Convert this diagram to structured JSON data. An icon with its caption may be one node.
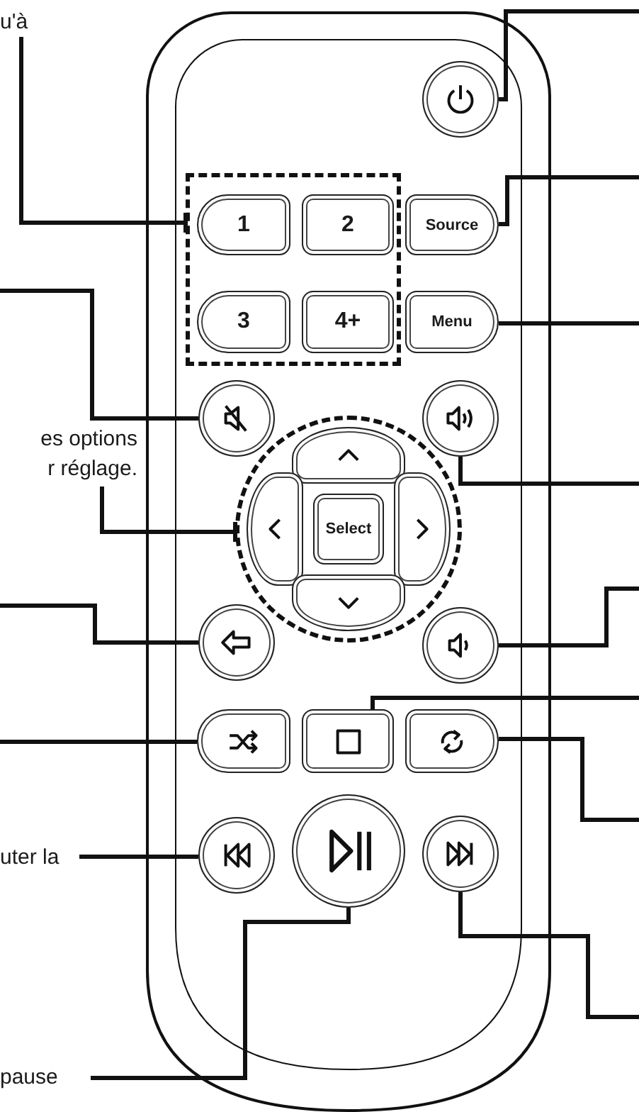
{
  "diagram": {
    "nodes": [
      {
        "text": [
          "u'à"
        ]
      },
      {
        "text": [],
        "shape": "box"
      },
      {
        "text": [],
        "shape": "circle",
        "in": 1
      },
      {
        "text": [],
        "shape": "box",
        "in": 1
      },
      {
        "text": [
          "1"
        ],
        "in": 3
      },
      {
        "text": [
          "2"
        ],
        "in": 3
      },
      {
        "text": [
          "Source"
        ],
        "in": 1
      },
      {
        "text": [
          "3"
        ],
        "in": 3
      },
      {
        "text": [
          "4+"
        ],
        "in": 3
      },
      {
        "text": [
          "Menu"
        ],
        "in": 1
      },
      {
        "text": [],
        "shape": "circle",
        "in": 1
      },
      {
        "text": [],
        "shape": "circle",
        "in": 1
      },
      {
        "text": [
          "es options r réglage."
        ]
      },
      {
        "text": [],
        "shape": "circle",
        "in": 1
      },
      {
        "text": [],
        "shape": "box",
        "in": 13
      },
      {
        "text": [],
        "shape": "box",
        "in": 13
      },
      {
        "text": [
          "Select"
        ],
        "in": 13
      },
      {
        "text": [],
        "shape": "box",
        "in": 13
      },
      {
        "text": [],
        "shape": "box",
        "in": 13
      },
      {
        "text": [],
        "shape": "circle",
        "in": 1
      },
      {
        "text": [],
        "shape": "circle",
        "in": 1
      },
      {
        "text": [],
        "shape": "box",
        "in": 1
      },
      {
        "text": [],
        "shape": "box",
        "in": 1
      },
      {
        "text": [],
        "shape": "box",
        "in": 1
      },
      {
        "text": [
          "uter la"
        ]
      },
      {
        "text": [],
        "shape": "circle",
        "in": 1
      },
      {
        "text": [],
        "shape": "circle",
        "in": 1
      },
      {
        "text": [],
        "shape": "circle",
        "in": 1
      },
      {
        "text": [
          "pause"
        ]
      }
    ],
    "edges": [
      {
        "from": 0,
        "to": 3,
        "arrow": "other"
      },
      {
        "from": null,
        "to": 10,
        "arrow": "none"
      },
      {
        "from": 12,
        "to": 13,
        "arrow": "other"
      },
      {
        "from": null,
        "to": 19,
        "arrow": "none"
      },
      {
        "from": null,
        "to": 21,
        "arrow": "none"
      },
      {
        "from": 24,
        "to": 25,
        "arrow": "none"
      },
      {
        "from": 28,
        "to": 26,
        "arrow": "none"
      },
      {
        "from": 2,
        "to": null,
        "arrow": "none"
      },
      {
        "from": 6,
        "to": null,
        "arrow": "none"
      },
      {
        "from": 9,
        "to": null,
        "arrow": "none"
      },
      {
        "from": 11,
        "to": null,
        "arrow": "none"
      },
      {
        "from": 20,
        "to": null,
        "arrow": "none"
      },
      {
        "from": 22,
        "to": null,
        "arrow": "none"
      },
      {
        "from": 23,
        "to": null,
        "arrow": "none"
      },
      {
        "from": 27,
        "to": null,
        "arrow": "none"
      }
    ]
  }
}
